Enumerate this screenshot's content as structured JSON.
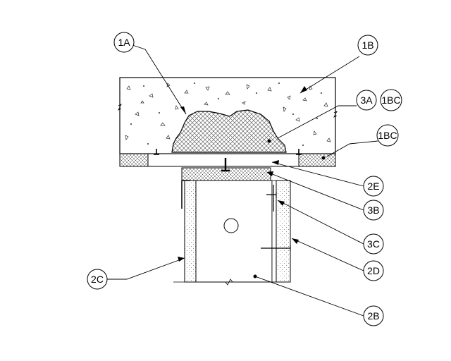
{
  "callouts": {
    "c1A": "1A",
    "c1B": "1B",
    "c3A": "3A",
    "c1BC_top": "1BC",
    "c1BC": "1BC",
    "c2E": "2E",
    "c3B": "3B",
    "c3C": "3C",
    "c2D": "2D",
    "c2C": "2C",
    "c2B": "2B"
  }
}
